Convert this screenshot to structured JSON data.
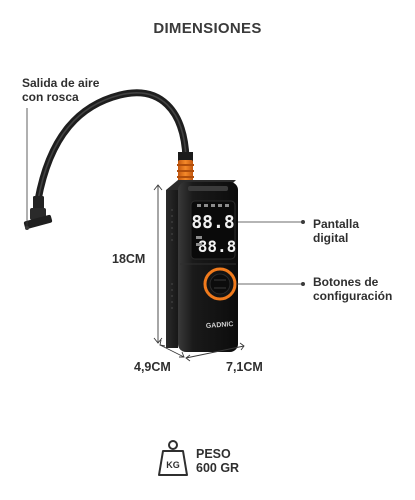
{
  "title": "DIMENSIONES",
  "callouts": {
    "air_outlet": [
      "Salida de aire",
      "con rosca"
    ],
    "display": [
      "Pantalla",
      "digital"
    ],
    "buttons": [
      "Botones de",
      "configuración"
    ]
  },
  "dimensions": {
    "height": "18CM",
    "depth": "4,9CM",
    "width": "7,1CM"
  },
  "device": {
    "brand": "GADNIC",
    "display_top": "88.8",
    "display_bottom": "88.8"
  },
  "weight": {
    "icon_text": "KG",
    "line1": "PESO",
    "line2": "600 GR"
  },
  "colors": {
    "accent": "#f07a1c",
    "body": "#1c1c1c",
    "text": "#2f2f2f"
  }
}
